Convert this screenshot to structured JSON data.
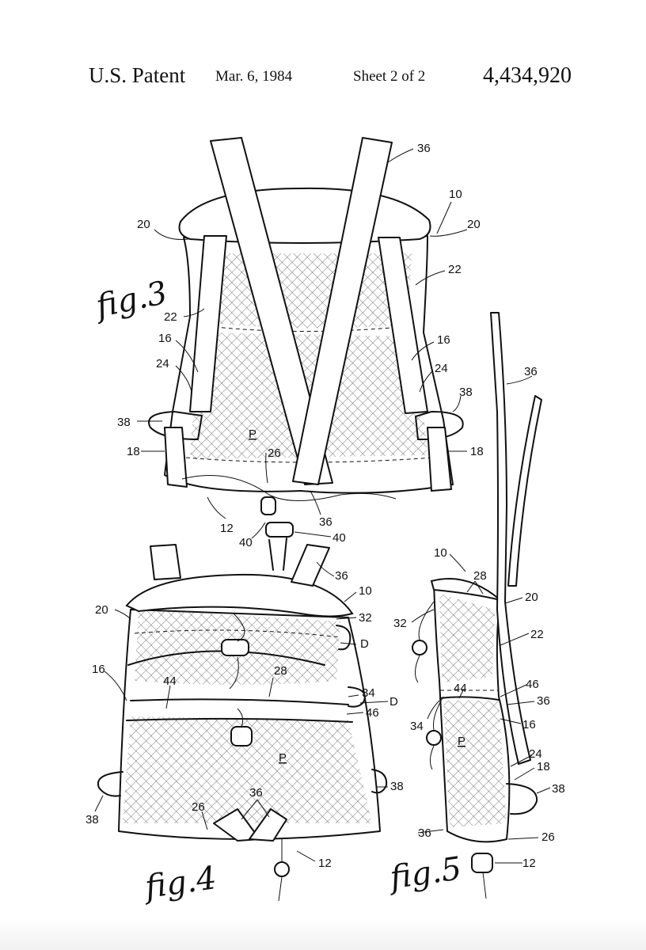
{
  "header": {
    "title": "U.S. Patent",
    "date": "Mar. 6, 1984",
    "sheet": "Sheet 2 of 2",
    "patent_number": "4,434,920"
  },
  "figures": {
    "fig3": {
      "label": "fig.3",
      "refs": [
        "36",
        "10",
        "20",
        "20",
        "22",
        "22",
        "16",
        "16",
        "24",
        "24",
        "38",
        "38",
        "18",
        "18",
        "P",
        "26",
        "12",
        "36",
        "40",
        "40"
      ]
    },
    "fig4": {
      "label": "fig.4",
      "refs": [
        "36",
        "10",
        "20",
        "32",
        "D",
        "16",
        "44",
        "28",
        "34",
        "D",
        "46",
        "P",
        "38",
        "38",
        "36",
        "26",
        "12"
      ]
    },
    "fig5": {
      "label": "fig.5",
      "refs": [
        "36",
        "10",
        "28",
        "20",
        "32",
        "22",
        "44",
        "46",
        "36",
        "34",
        "16",
        "P",
        "24",
        "18",
        "38",
        "36",
        "26",
        "12"
      ]
    }
  }
}
